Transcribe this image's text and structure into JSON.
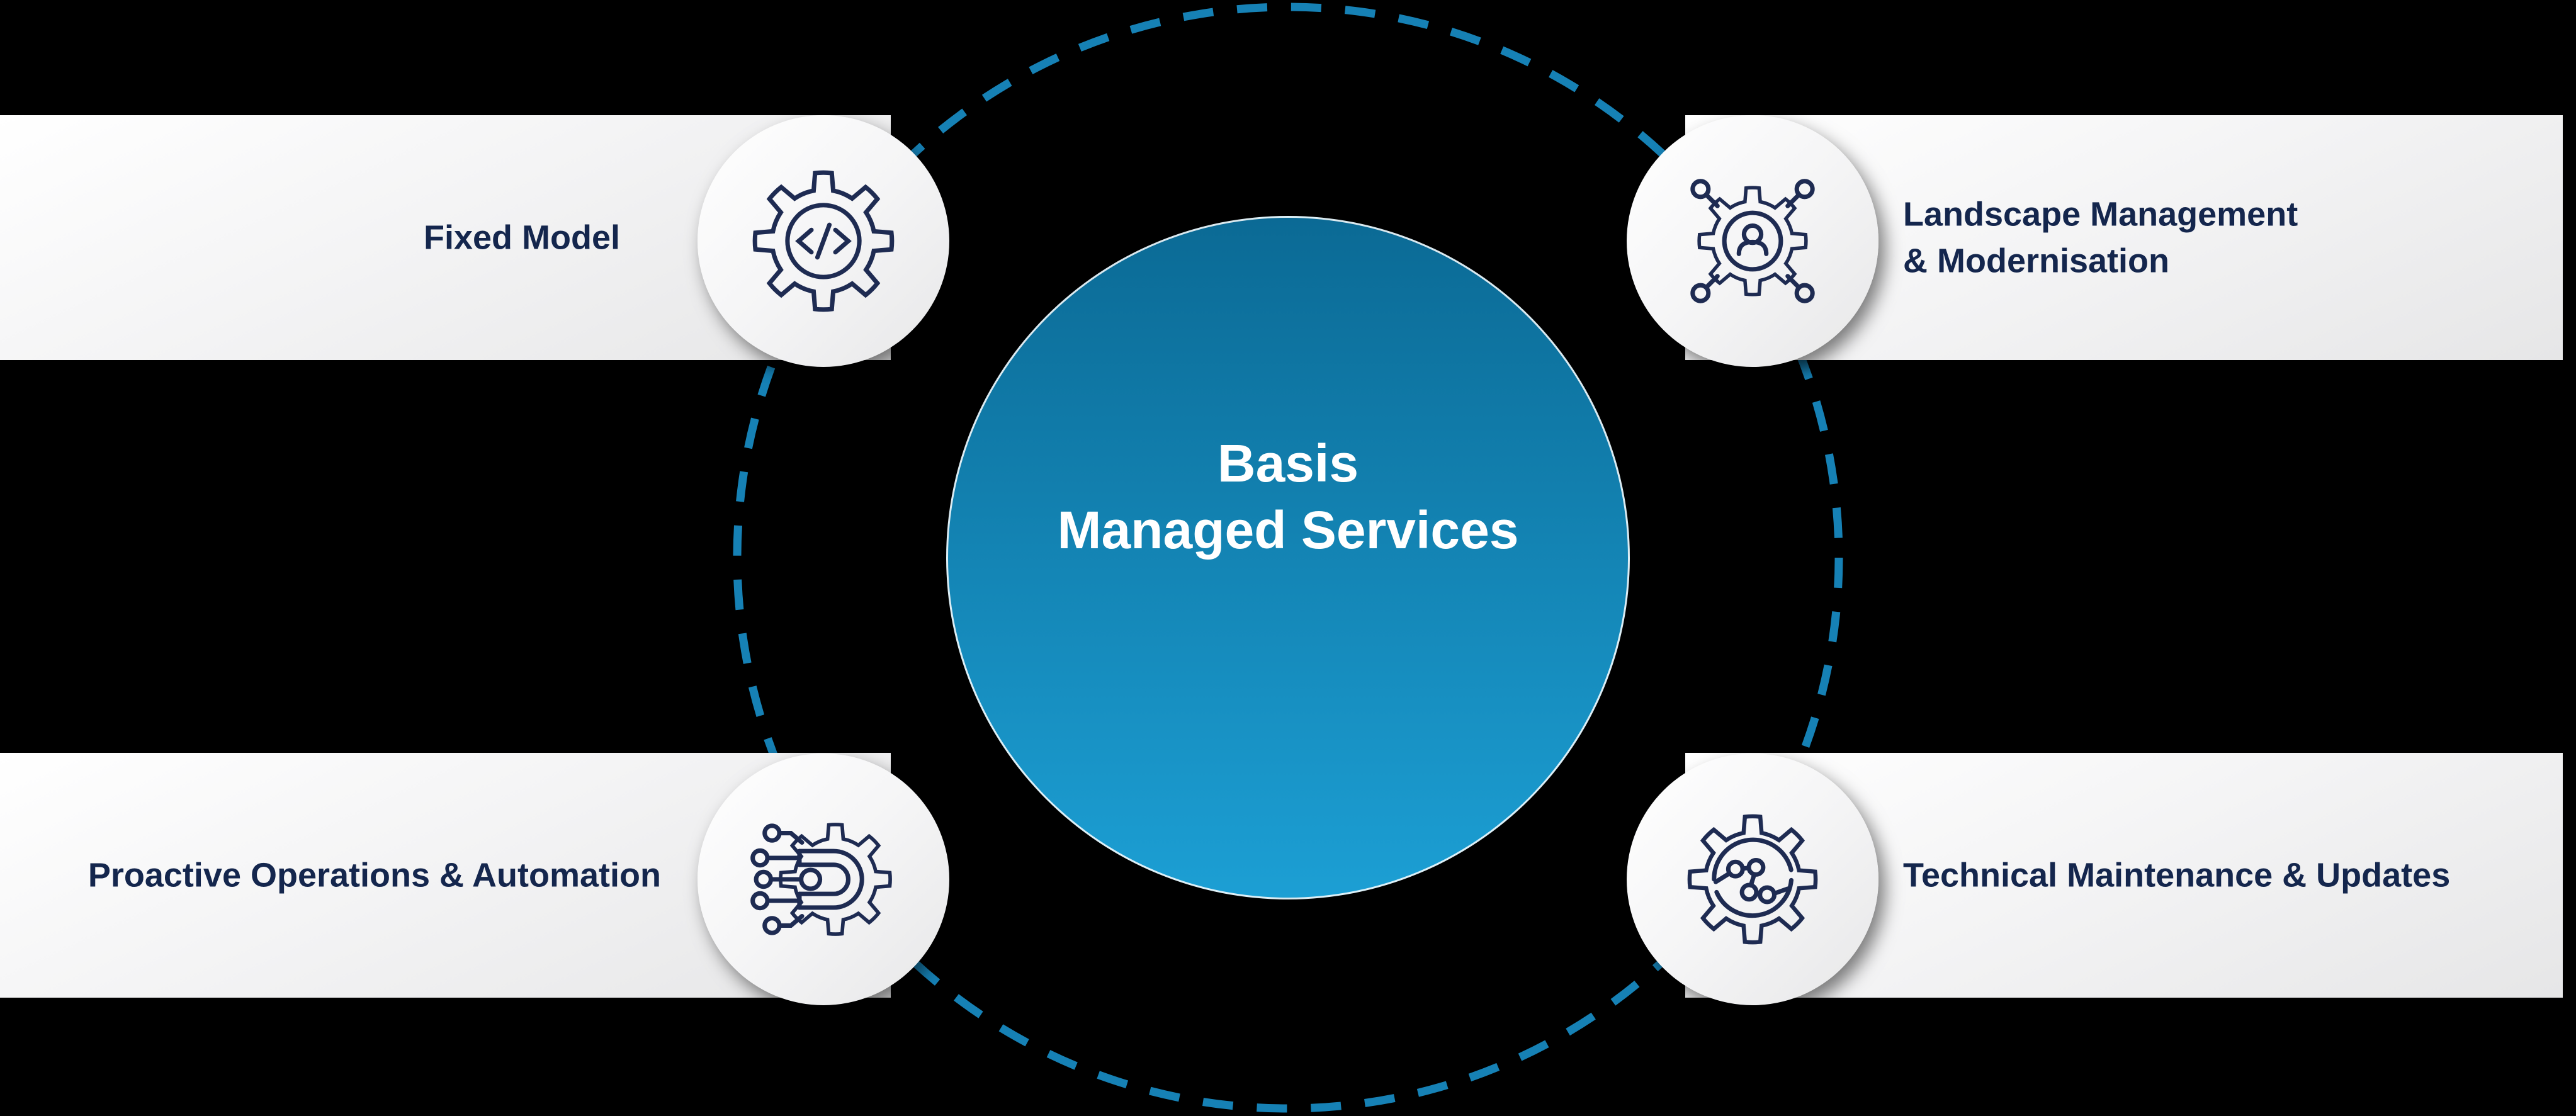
{
  "diagram": {
    "title": "Basis Managed Services diagram",
    "center": {
      "lines": [
        "Basis",
        "Managed Services"
      ]
    },
    "items": [
      {
        "position": "top-left",
        "icon": "gear-code-icon",
        "lines": [
          "Fixed Model"
        ]
      },
      {
        "position": "top-right",
        "icon": "gear-person-network-icon",
        "lines": [
          "Landscape Management",
          "& Modernisation"
        ]
      },
      {
        "position": "bottom-left",
        "icon": "gear-circuit-icon",
        "lines": [
          "Proactive Operations & Automation"
        ]
      },
      {
        "position": "bottom-right",
        "icon": "gear-nodes-icon",
        "lines": [
          "Technical Maintenance & Updates"
        ]
      }
    ],
    "colors": {
      "background": "#000000",
      "ring": "#1681b5",
      "hub_gradient_top": "#0b6a95",
      "hub_gradient_bottom": "#1c9fd4",
      "label_navy": "#14264d",
      "icon_stroke_navy": "#1e2b52",
      "bar_white": "#ffffff"
    }
  }
}
